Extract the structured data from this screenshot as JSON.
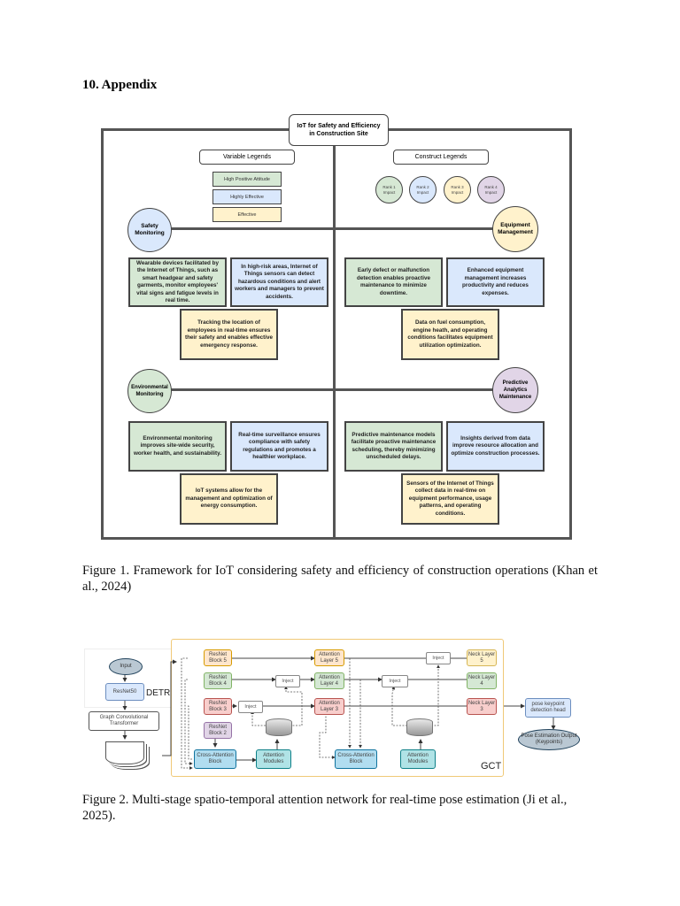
{
  "section_heading": "10.  Appendix",
  "figure1": {
    "title_line1": "IoT for Safety and Efficiency",
    "title_line2": "in Construction Site",
    "variable_legends": {
      "heading": "Variable Legends",
      "items": [
        {
          "label": "High Positive Attitude",
          "color": "#d6e8d4"
        },
        {
          "label": "Highly Effective",
          "color": "#dae8fc"
        },
        {
          "label": "Effective",
          "color": "#fff2cc"
        }
      ]
    },
    "construct_legends": {
      "heading": "Construct Legends",
      "items": [
        {
          "line1": "Rank 1",
          "line2": "Impact",
          "color": "#d6e8d4"
        },
        {
          "line1": "Rank 2",
          "line2": "Impact",
          "color": "#dae8fc"
        },
        {
          "line1": "Rank 3",
          "line2": "Impact",
          "color": "#fff2cc"
        },
        {
          "line1": "Rank 4",
          "line2": "Impact",
          "color": "#e1d5e7"
        }
      ]
    },
    "nodes": {
      "safety": "Safety Monitoring",
      "equipment": "Equipment Management",
      "environmental": "Environmental Monitoring",
      "predictive": "Predictive Analytics Maintenance"
    },
    "cards": {
      "safety_green": "Wearable devices facilitated by the Internet of Things, such as smart headgear and safety garments, monitor employees' vital signs and fatigue levels in real time.",
      "safety_blue": "In high-risk areas, Internet of Things sensors can detect hazardous conditions and alert workers and managers to prevent accidents.",
      "safety_yellow": "Tracking the location of employees in real-time ensures their safety and enables effective emergency response.",
      "equipment_green": "Early defect or malfunction detection enables proactive maintenance to minimize downtime.",
      "equipment_blue": "Enhanced equipment management increases productivity and reduces expenses.",
      "equipment_yellow": "Data on fuel consumption, engine heath, and operating conditions facilitates equipment utilization optimization.",
      "environmental_green": "Environmental monitoring improves site-wide security, worker health, and sustainability.",
      "environmental_blue": "Real-time surveillance ensures compliance with safety regulations and promotes a healthier workplace.",
      "environmental_yellow": "IoT systems allow for the management and optimization of energy consumption.",
      "predictive_green": "Predictive maintenance models facilitate proactive maintenance scheduling, thereby minimizing unscheduled delays.",
      "predictive_blue": "Insights derived from data improve resource allocation and optimize construction processes.",
      "predictive_yellow": "Sensors of the Internet of Things collect data in real-time on equipment performance, usage patterns, and operating conditions."
    },
    "caption": "Figure 1. Framework for IoT considering safety and efficiency of construction operations (Khan et al., 2024)"
  },
  "figure2": {
    "input": "Input",
    "resnet50": "ResNet50",
    "detr": "DETR",
    "gct_block": "Graph Convolutional Transformer",
    "gct_label": "GCT",
    "resnet_blocks": [
      "ResNet Block 5",
      "ResNet Block 4",
      "ResNet Block 3",
      "ResNet Block 2"
    ],
    "attention_layers": [
      "Attention Layer 5",
      "Attention Layer 4",
      "Attention Layer 3"
    ],
    "neck_layers": [
      "Neck Layer 5",
      "Neck Layer 4",
      "Neck Layer 3"
    ],
    "inject": "Inject",
    "cross_attention": "Cross-Attention Block",
    "attention_modules": "Attention Modules",
    "detection_head": "pose keypoint detection head",
    "output": "Pose Estimation Output (Keypoints)",
    "caption": "Figure 2. Multi-stage spatio-temporal attention network for real-time pose estimation (Ji et al., 2025)."
  }
}
